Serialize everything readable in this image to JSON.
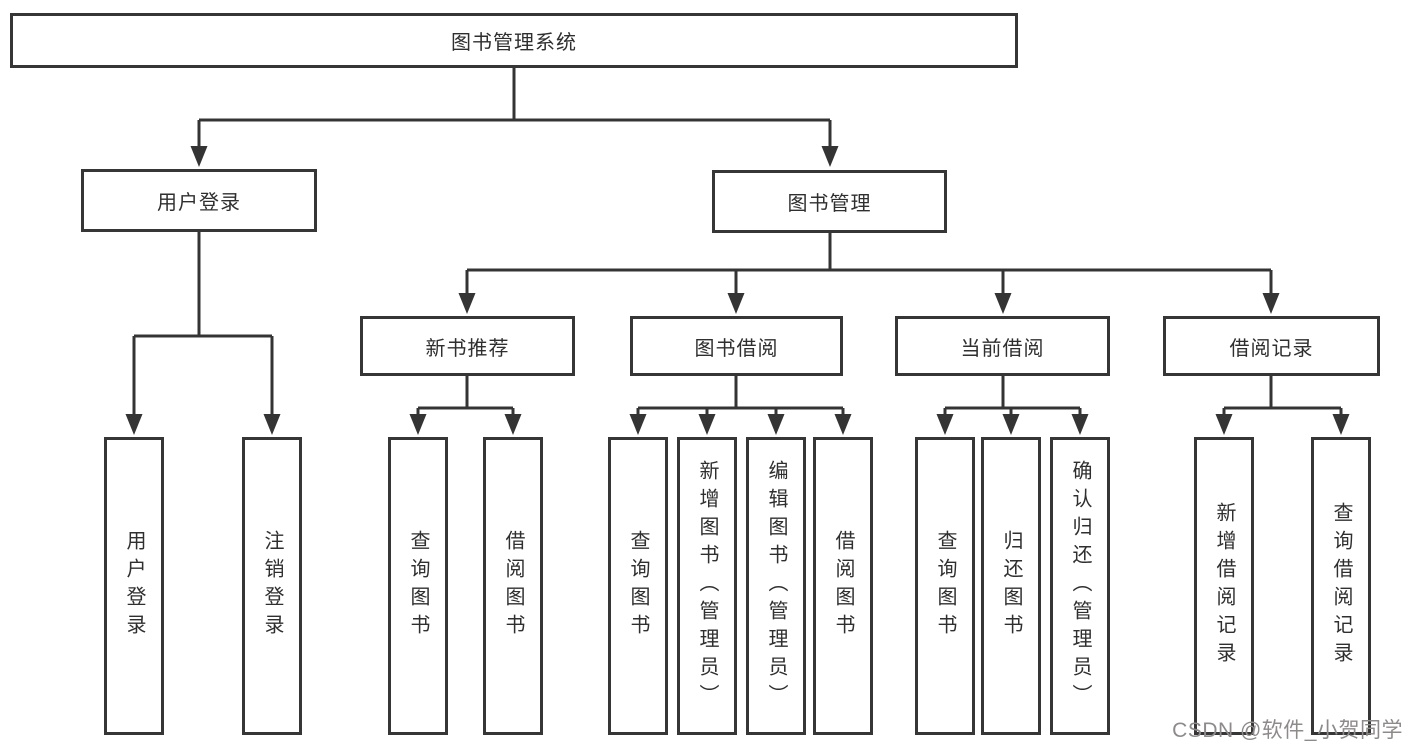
{
  "tree": {
    "label": "图书管理系统",
    "children": [
      {
        "label": "用户登录",
        "children": [
          {
            "label": "用户登录"
          },
          {
            "label": "注销登录"
          }
        ]
      },
      {
        "label": "图书管理",
        "children": [
          {
            "label": "新书推荐",
            "children": [
              {
                "label": "查询图书"
              },
              {
                "label": "借阅图书"
              }
            ]
          },
          {
            "label": "图书借阅",
            "children": [
              {
                "label": "查询图书"
              },
              {
                "label": "新增图书（管理员）"
              },
              {
                "label": "编辑图书（管理员）"
              },
              {
                "label": "借阅图书"
              }
            ]
          },
          {
            "label": "当前借阅",
            "children": [
              {
                "label": "查询图书"
              },
              {
                "label": "归还图书"
              },
              {
                "label": "确认归还（管理员）"
              }
            ]
          },
          {
            "label": "借阅记录",
            "children": [
              {
                "label": "新增借阅记录"
              },
              {
                "label": "查询借阅记录"
              }
            ]
          }
        ]
      }
    ]
  },
  "watermark": {
    "text": "CSDN @软件_小贺同学"
  },
  "colors": {
    "line": "#343434",
    "box_border": "#363636",
    "box_background": "#ffffff",
    "text": "#2f2f2f",
    "watermark": "#8e8a8a"
  }
}
